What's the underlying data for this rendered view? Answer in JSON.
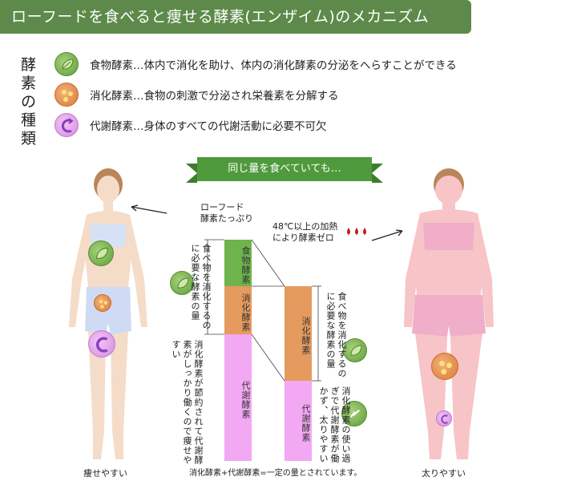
{
  "header": {
    "title": "ローフードを食べると痩せる酵素(エンザイム)のメカニズム"
  },
  "legend": {
    "title": "酵素の種類",
    "items": [
      {
        "name": "食物酵素",
        "text": "食物酵素…体内で消化を助け、体内の消化酵素の分泌をへらすことができる"
      },
      {
        "name": "消化酵素",
        "text": "消化酵素…食物の刺激で分泌され栄養素を分解する"
      },
      {
        "name": "代謝酵素",
        "text": "代謝酵素…身体のすべての代謝活動に必要不可欠"
      }
    ]
  },
  "ribbon": {
    "text": "同じ量を食べていても…"
  },
  "left": {
    "callout": "ローフード\n酵素たっぷり",
    "caption": "痩せやすい",
    "note_top": "食べ物を消化するのに必要な酵素の量",
    "note_bottom": "消化酵素が節約されて代謝酵素がしっかり働くので痩せやすい"
  },
  "right": {
    "callout": "48℃以上の加熱\nにより酵素ゼロ",
    "caption": "太りやすい",
    "note_top": "食べ物を消化するのに必要な酵素の量",
    "note_bottom": "消化酵素の使い過ぎで代謝酵素が働かず、太りやすい"
  },
  "bars": {
    "food": "食物酵素",
    "digest": "消化酵素",
    "meta": "代謝酵素"
  },
  "footer": "消化酵素+代謝酵素=一定の量とされています。",
  "colors": {
    "banner": "#5d8a4a",
    "food": "#6fb34c",
    "digest": "#e59a5e",
    "meta": "#f2a8f2",
    "body_left": "#f5dcc8",
    "body_right": "#f7c4c8"
  }
}
